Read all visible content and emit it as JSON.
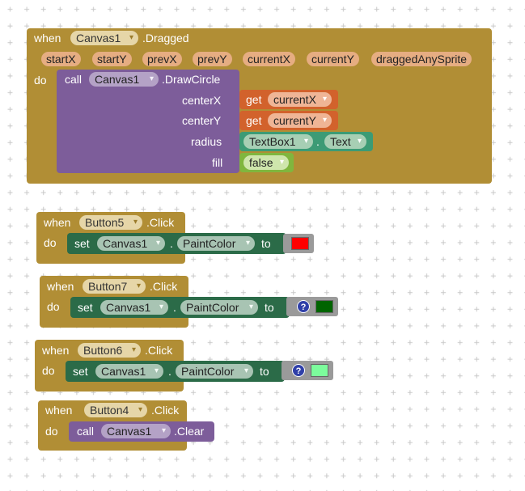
{
  "canvas_block": {
    "when_label": "when",
    "component": "Canvas1",
    "event": ".Dragged",
    "params": [
      "startX",
      "startY",
      "prevX",
      "prevY",
      "currentX",
      "currentY",
      "draggedAnySprite"
    ],
    "do_label": "do",
    "call_label": "call",
    "call_component": "Canvas1",
    "method": ".DrawCircle",
    "arg_names": [
      "centerX",
      "centerY",
      "radius",
      "fill"
    ],
    "get_label": "get",
    "centerX_var": "currentX",
    "centerY_var": "currentY",
    "radius_component": "TextBox1",
    "radius_dot": ".",
    "radius_prop": "Text",
    "fill_value": "false"
  },
  "button_blocks": [
    {
      "when_label": "when",
      "component": "Button5",
      "event": ".Click",
      "do_label": "do",
      "set_label": "set",
      "target": "Canvas1",
      "dot": ".",
      "property": "PaintColor",
      "to_label": "to",
      "color": "#ff0000"
    },
    {
      "when_label": "when",
      "component": "Button7",
      "event": ".Click",
      "do_label": "do",
      "set_label": "set",
      "target": "Canvas1",
      "dot": ".",
      "property": "PaintColor",
      "to_label": "to",
      "color": "#006400",
      "help": "?"
    },
    {
      "when_label": "when",
      "component": "Button6",
      "event": ".Click",
      "do_label": "do",
      "set_label": "set",
      "target": "Canvas1",
      "dot": ".",
      "property": "PaintColor",
      "to_label": "to",
      "color": "#7cfc9c",
      "help": "?"
    },
    {
      "when_label": "when",
      "component": "Button4",
      "event": ".Click",
      "do_label": "do",
      "call_label": "call",
      "target": "Canvas1",
      "method": ".Clear"
    }
  ],
  "colors": {
    "event": "#b18e35",
    "procedure": "#7d5d9a",
    "setter": "#2b6b48",
    "getter": "#d2622c",
    "property_getter": "#3c9b75",
    "logic": "#80b63e",
    "grid_plus": "#c8c8c8"
  }
}
